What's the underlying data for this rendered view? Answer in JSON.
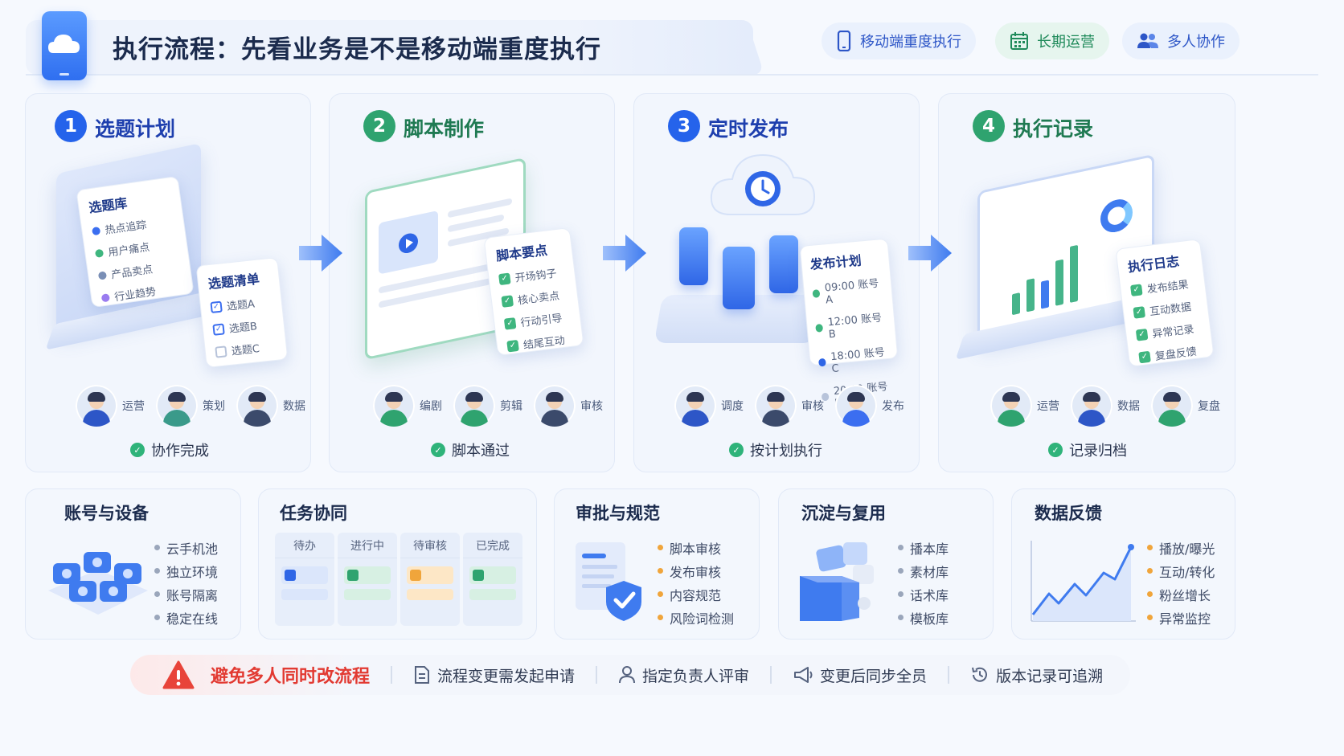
{
  "header": {
    "title": "执行流程：先看业务是不是移动端重度执行",
    "tags": [
      {
        "label": "移动端重度执行",
        "icon": "phone-icon"
      },
      {
        "label": "长期运营",
        "icon": "calendar-icon"
      },
      {
        "label": "多人协作",
        "icon": "users-icon"
      }
    ]
  },
  "steps": [
    {
      "num": "1",
      "title": "选题计划",
      "color": "#2563eb",
      "panel1": {
        "title": "选题库",
        "items": [
          "热点追踪",
          "用户痛点",
          "产品卖点",
          "行业趋势"
        ]
      },
      "panel2": {
        "title": "选题清单",
        "items": [
          "选题A",
          "选题B",
          "选题C"
        ]
      },
      "roles": [
        "运营",
        "策划",
        "数据"
      ],
      "status": "协作完成"
    },
    {
      "num": "2",
      "title": "脚本制作",
      "color": "#2fa36f",
      "panel1": {
        "title": "脚本要点",
        "items": [
          "开场钩子",
          "核心卖点",
          "行动引导",
          "结尾互动"
        ]
      },
      "roles": [
        "编剧",
        "剪辑",
        "审核"
      ],
      "status": "脚本通过"
    },
    {
      "num": "3",
      "title": "定时发布",
      "color": "#2563eb",
      "panel1": {
        "title": "发布计划",
        "items": [
          "09:00 账号A",
          "12:00 账号B",
          "18:00 账号C",
          "20:00 账号D"
        ]
      },
      "roles": [
        "调度",
        "审核",
        "发布"
      ],
      "status": "按计划执行"
    },
    {
      "num": "4",
      "title": "执行记录",
      "color": "#2fa36f",
      "panel1": {
        "title": "执行日志",
        "items": [
          "发布结果",
          "互动数据",
          "异常记录",
          "复盘反馈"
        ]
      },
      "roles": [
        "运营",
        "数据",
        "复盘"
      ],
      "status": "记录归档"
    }
  ],
  "bottom_cards": [
    {
      "title": "账号与设备",
      "items": [
        "云手机池",
        "独立环境",
        "账号隔离",
        "稳定在线"
      ],
      "dot": "#9aa6bb"
    },
    {
      "title": "任务协同",
      "columns": [
        "待办",
        "进行中",
        "待审核",
        "已完成"
      ]
    },
    {
      "title": "审批与规范",
      "items": [
        "脚本审核",
        "发布审核",
        "内容规范",
        "风险词检测"
      ],
      "dot": "#f0a53b"
    },
    {
      "title": "沉淀与复用",
      "items": [
        "播本库",
        "素材库",
        "话术库",
        "模板库"
      ],
      "dot": "#9aa6bb"
    },
    {
      "title": "数据反馈",
      "items": [
        "播放/曝光",
        "互动/转化",
        "粉丝增长",
        "异常监控"
      ],
      "dot": "#f0a53b"
    }
  ],
  "warning_bar": {
    "warning": "避免多人同时改流程",
    "items": [
      {
        "label": "流程变更需发起申请",
        "icon": "document-icon"
      },
      {
        "label": "指定负责人评审",
        "icon": "person-icon"
      },
      {
        "label": "变更后同步全员",
        "icon": "megaphone-icon"
      },
      {
        "label": "版本记录可追溯",
        "icon": "history-icon"
      }
    ]
  }
}
